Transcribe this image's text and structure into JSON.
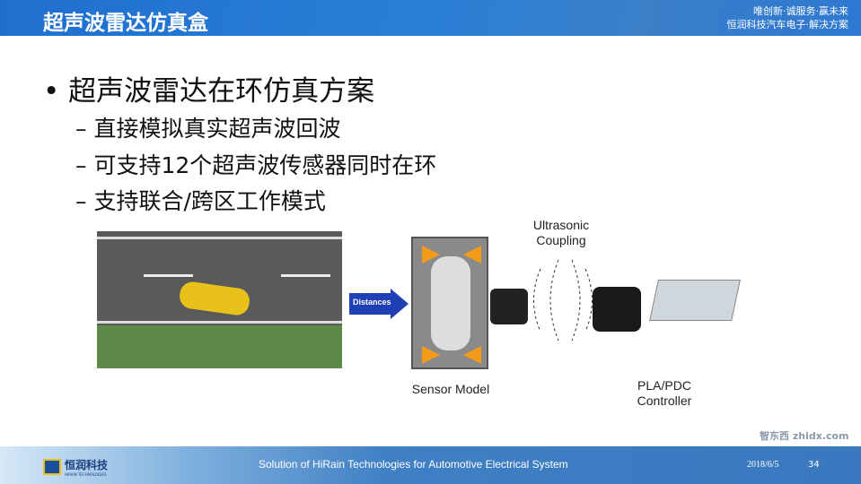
{
  "header": {
    "title": "超声波雷达仿真盒",
    "slogan_line1": "唯创新·诚服务·赢未来",
    "slogan_line2": "恒润科技汽车电子·解决方案"
  },
  "content": {
    "bullet": "超声波雷达在环仿真方案",
    "subs": [
      "– 直接模拟真实超声波回波",
      "– 可支持12个超声波传感器同时在环",
      "– 支持联合/跨区工作模式"
    ]
  },
  "diagram": {
    "arrow_label": "Distances",
    "sensor_model": "Sensor Model",
    "coupling": "Ultrasonic Coupling",
    "controller": "PLA/PDC Controller"
  },
  "footer": {
    "company": "恒润科技",
    "company_en": "HIRAIN TECHNOLOGIES",
    "caption": "Solution of HiRain Technologies for Automotive Electrical System",
    "date": "2018/6/5",
    "page": "34",
    "watermark": "智东西 zhidx.com"
  }
}
